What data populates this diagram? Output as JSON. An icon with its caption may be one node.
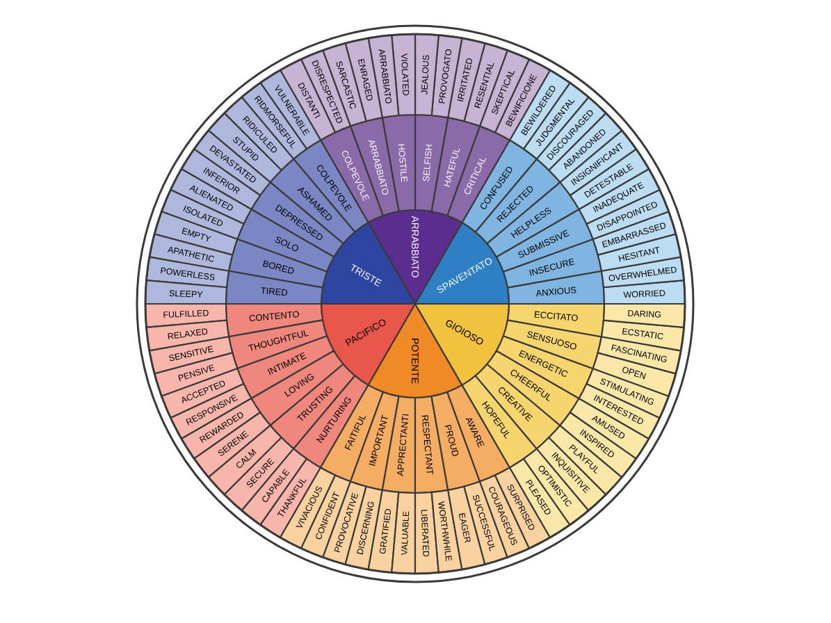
{
  "diagram": {
    "nodes": [
      {
        "text": [
          "SPAVENTATO"
        ]
      },
      {
        "text": [
          "ARRABBIATO"
        ]
      },
      {
        "text": [
          "TRISTE"
        ]
      },
      {
        "text": [
          "PACIFICO"
        ]
      },
      {
        "text": [
          "POTENTE"
        ]
      },
      {
        "text": [
          "GIOIOSO"
        ]
      },
      {
        "text": [
          "ANXIOUS"
        ]
      },
      {
        "text": [
          "INSECURE"
        ]
      },
      {
        "text": [
          "SUBMISSIVE"
        ]
      },
      {
        "text": [
          "HELPLESS"
        ]
      },
      {
        "text": [
          "REJECTED"
        ]
      },
      {
        "text": [
          "CONFUSED"
        ]
      },
      {
        "text": [
          "CRITICAL"
        ]
      },
      {
        "text": [
          "HATEFUL"
        ]
      },
      {
        "text": [
          "SELFISH"
        ]
      },
      {
        "text": [
          "HOSTILE"
        ]
      },
      {
        "text": [
          "ARRABBIATO"
        ]
      },
      {
        "text": [
          "COLPEVOLE"
        ]
      },
      {
        "text": [
          "COLPEVOLE"
        ]
      },
      {
        "text": [
          "ASHAMED"
        ]
      },
      {
        "text": [
          "DEPRESSED"
        ]
      },
      {
        "text": [
          "SOLO"
        ]
      },
      {
        "text": [
          "BORED"
        ]
      },
      {
        "text": [
          "TIRED"
        ]
      },
      {
        "text": [
          "CONTENTO"
        ]
      },
      {
        "text": [
          "THOUGHTFUL"
        ]
      },
      {
        "text": [
          "INTIMATE"
        ]
      },
      {
        "text": [
          "LOVING"
        ]
      },
      {
        "text": [
          "TRUSTING"
        ]
      },
      {
        "text": [
          "NURTURING"
        ]
      },
      {
        "text": [
          "FAITIFUL"
        ]
      },
      {
        "text": [
          "IMPORTANT"
        ]
      },
      {
        "text": [
          "APPRECTANTI"
        ]
      },
      {
        "text": [
          "RESPECTANT"
        ]
      },
      {
        "text": [
          "PROUD"
        ]
      },
      {
        "text": [
          "AWARE"
        ]
      },
      {
        "text": [
          "HOPEFUL"
        ]
      },
      {
        "text": [
          "CREATIVE"
        ]
      },
      {
        "text": [
          "CHEERFUL"
        ]
      },
      {
        "text": [
          "ENERGETIC"
        ]
      },
      {
        "text": [
          "SENSUOSO"
        ]
      },
      {
        "text": [
          "ECCITATO"
        ]
      },
      {
        "text": [
          "WORRIED"
        ]
      },
      {
        "text": [
          "OVERWHELMED"
        ]
      },
      {
        "text": [
          "HESITANT"
        ]
      },
      {
        "text": [
          "EMBARRASSED"
        ]
      },
      {
        "text": [
          "DISAPPOINTED"
        ]
      },
      {
        "text": [
          "INADEQUATE"
        ]
      },
      {
        "text": [
          "DETESTABLE"
        ]
      },
      {
        "text": [
          "INSIGNIFICANT"
        ]
      },
      {
        "text": [
          "ABANDONED"
        ]
      },
      {
        "text": [
          "DISCOURAGED"
        ]
      },
      {
        "text": [
          "JUDGMENTAL"
        ]
      },
      {
        "text": [
          "BEWILDERED"
        ]
      },
      {
        "text": [
          "BEWIFICIONE"
        ]
      },
      {
        "text": [
          "SKEPTICAL"
        ]
      },
      {
        "text": [
          "RESENTIAL"
        ]
      },
      {
        "text": [
          "IRRITATED"
        ]
      },
      {
        "text": [
          "PROVOGATO"
        ]
      },
      {
        "text": [
          "JEALOUS"
        ]
      },
      {
        "text": [
          "VIOLATED"
        ]
      },
      {
        "text": [
          "ARRABBIATO"
        ]
      },
      {
        "text": [
          "ENRAGED"
        ]
      },
      {
        "text": [
          "SARCASTIC"
        ]
      },
      {
        "text": [
          "DISRESPECTED"
        ]
      },
      {
        "text": [
          "DISTANTI"
        ]
      },
      {
        "text": [
          "VULNERABLE"
        ]
      },
      {
        "text": [
          "RIDMORSEFUL"
        ]
      },
      {
        "text": [
          "RIDICULED"
        ]
      },
      {
        "text": [
          "STUPID"
        ]
      },
      {
        "text": [
          "DEVASTATED"
        ]
      },
      {
        "text": [
          "INFERIOR"
        ]
      },
      {
        "text": [
          "ALIENATED"
        ]
      },
      {
        "text": [
          "ISOLATED"
        ]
      },
      {
        "text": [
          "EMPTY"
        ]
      },
      {
        "text": [
          "APATHETIC"
        ]
      },
      {
        "text": [
          "POWERLESS"
        ]
      },
      {
        "text": [
          "SLEEPY"
        ]
      },
      {
        "text": [
          "FULFILLED"
        ]
      },
      {
        "text": [
          "RELAXED"
        ]
      },
      {
        "text": [
          "SENSITIVE"
        ]
      },
      {
        "text": [
          "PENSIVE"
        ]
      },
      {
        "text": [
          "ACCEPTED"
        ]
      },
      {
        "text": [
          "RESPONSIVE"
        ]
      },
      {
        "text": [
          "REWARDED"
        ]
      },
      {
        "text": [
          "SERENE"
        ]
      },
      {
        "text": [
          "CALM"
        ]
      },
      {
        "text": [
          "SECURE"
        ]
      },
      {
        "text": [
          "CAPABLE"
        ]
      },
      {
        "text": [
          "THANKFUL"
        ]
      },
      {
        "text": [
          "VIVACIOUS"
        ]
      },
      {
        "text": [
          "CONFIDENT"
        ]
      },
      {
        "text": [
          "PROVOCATIVE"
        ]
      },
      {
        "text": [
          "DISCERNING"
        ]
      },
      {
        "text": [
          "GRATIFIED"
        ]
      },
      {
        "text": [
          "VALUABLE"
        ]
      },
      {
        "text": [
          "LIBERATED"
        ]
      },
      {
        "text": [
          "WORTHWHILE"
        ]
      },
      {
        "text": [
          "EAGER"
        ]
      },
      {
        "text": [
          "SUCCESSFUL"
        ]
      },
      {
        "text": [
          "COURAGEOUS"
        ]
      },
      {
        "text": [
          "SURPRISED"
        ]
      },
      {
        "text": [
          "PLEASED"
        ]
      },
      {
        "text": [
          "OPTIMISTIC"
        ]
      },
      {
        "text": [
          "INQUISITIVE"
        ]
      },
      {
        "text": [
          "PLAYFUL"
        ]
      },
      {
        "text": [
          "INSPIRED"
        ]
      },
      {
        "text": [
          "AMUSED"
        ]
      },
      {
        "text": [
          "INTERESTED"
        ]
      },
      {
        "text": [
          "STIMULATING"
        ]
      },
      {
        "text": [
          "OPEN"
        ]
      },
      {
        "text": [
          "FASCINATING"
        ]
      },
      {
        "text": [
          "ECSTATIC"
        ]
      },
      {
        "text": [
          "DARING"
        ]
      }
    ]
  }
}
